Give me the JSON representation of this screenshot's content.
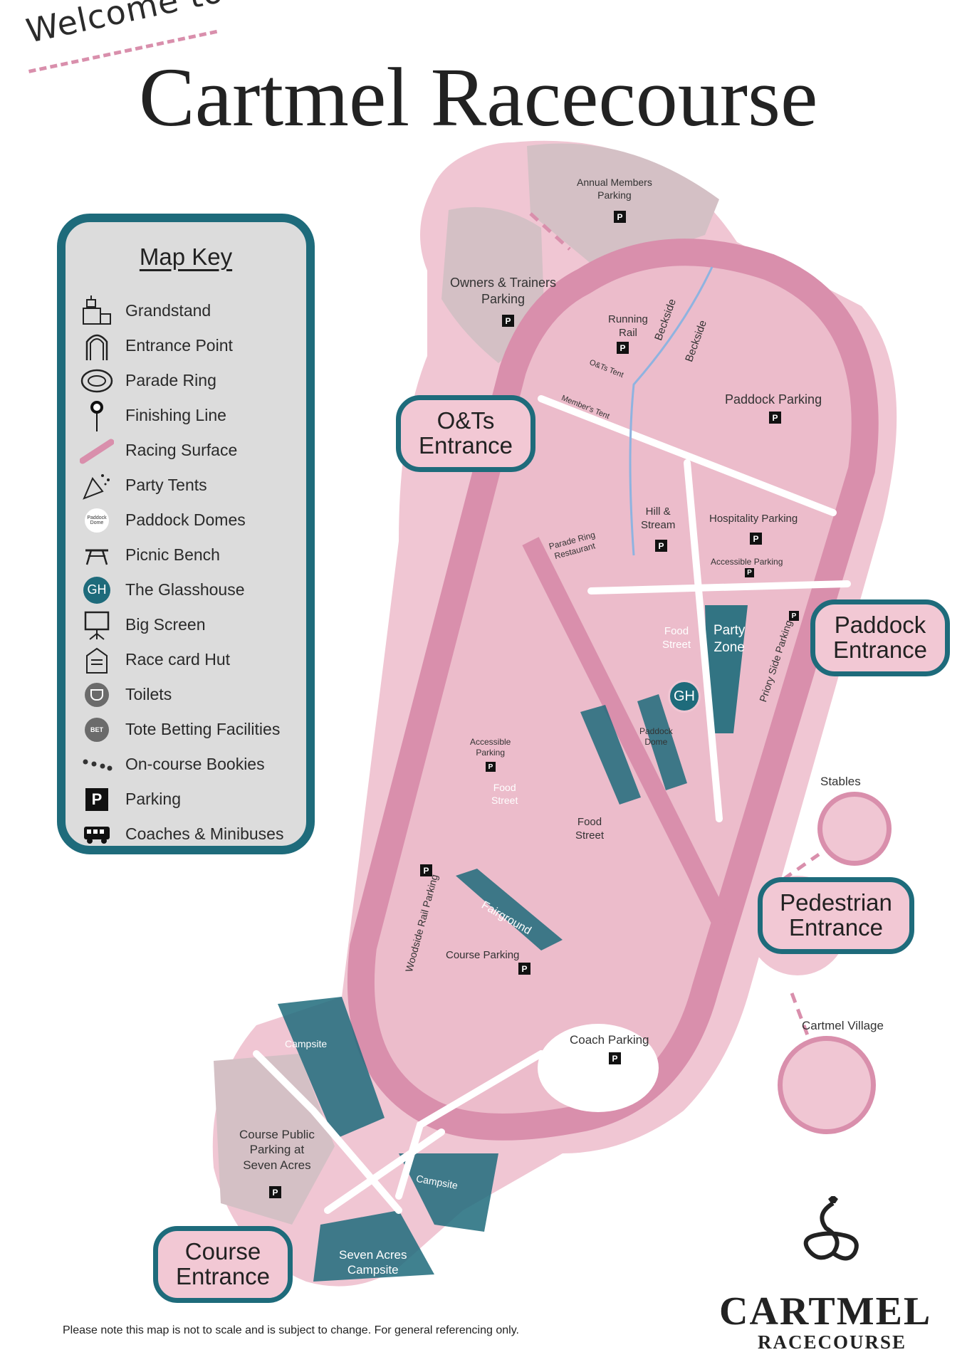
{
  "header": {
    "welcome": "Welcome to",
    "title": "Cartmel Racecourse"
  },
  "colors": {
    "outer_pink": "#f0c6d3",
    "track": "#d98fac",
    "field_pink": "#ecbccb",
    "parking_gray": "#d4c0c5",
    "teal": "#1e6b7b",
    "key_gray": "#dcdcdc"
  },
  "map_key": {
    "title": "Map Key",
    "items": [
      {
        "icon": "grandstand-icon",
        "label": "Grandstand"
      },
      {
        "icon": "entrance-point-icon",
        "label": "Entrance Point"
      },
      {
        "icon": "parade-ring-icon",
        "label": "Parade Ring"
      },
      {
        "icon": "finishing-line-icon",
        "label": "Finishing Line"
      },
      {
        "icon": "racing-surface-icon",
        "label": "Racing Surface"
      },
      {
        "icon": "party-tents-icon",
        "label": "Party Tents"
      },
      {
        "icon": "paddock-dome-icon",
        "label": "Paddock Domes",
        "icon_text": "Paddock Dome"
      },
      {
        "icon": "picnic-bench-icon",
        "label": "Picnic Bench"
      },
      {
        "icon": "glasshouse-icon",
        "label": "The Glasshouse",
        "icon_text": "GH"
      },
      {
        "icon": "big-screen-icon",
        "label": "Big Screen"
      },
      {
        "icon": "race-card-hut-icon",
        "label": "Race card Hut"
      },
      {
        "icon": "toilet-icon",
        "label": "Toilets"
      },
      {
        "icon": "tote-betting-icon",
        "label": "Tote Betting Facilities",
        "icon_text": "BET"
      },
      {
        "icon": "bookies-icon",
        "label": "On-course Bookies"
      },
      {
        "icon": "parking-icon",
        "label": "Parking",
        "icon_text": "P"
      },
      {
        "icon": "coach-icon",
        "label": "Coaches & Minibuses"
      }
    ]
  },
  "entrances": {
    "ots": "O&Ts\nEntrance",
    "paddock": "Paddock\nEntrance",
    "pedestrian": "Pedestrian\nEntrance",
    "course": "Course\nEntrance"
  },
  "map_labels": {
    "annual_members": "Annual Members\nParking",
    "owners_trainers": "Owners & Trainers\nParking",
    "running_rail": "Running\nRail",
    "beckside_1": "Beckside",
    "beckside_2": "Beckside",
    "ots_tent": "O&Ts Tent",
    "members_tent": "Member's Tent",
    "paddock_parking": "Paddock Parking",
    "hill_stream": "Hill &\nStream",
    "hospitality_parking": "Hospitality Parking",
    "accessible_parking_1": "Accessible Parking",
    "parade_ring_restaurant": "Parade Ring\nRestaurant",
    "food_street_1": "Food\nStreet",
    "party_zone": "Party\nZone",
    "glasshouse": "GH",
    "priory_side": "Priory Side Parking",
    "paddock_dome": "Paddock\nDome",
    "accessible_parking_2": "Accessible\nParking",
    "food_street_2": "Food\nStreet",
    "food_street_3": "Food\nStreet",
    "stables": "Stables",
    "woodside": "Woodside Rail Parking",
    "fairground": "Fairground",
    "course_parking": "Course Parking",
    "coach_parking": "Coach Parking",
    "campsite_1": "Campsite",
    "campsite_2": "Campsite",
    "cartmel_village": "Cartmel Village",
    "course_public": "Course Public\nParking at\nSeven Acres",
    "seven_acres": "Seven Acres\nCampsite"
  },
  "badges": {
    "parking": "P",
    "bet": "BET"
  },
  "footer": {
    "note": "Please note this map is not to scale and is subject to change. For general referencing only.",
    "logo_word": "CARTMEL",
    "logo_sub": "RACECOURSE"
  }
}
